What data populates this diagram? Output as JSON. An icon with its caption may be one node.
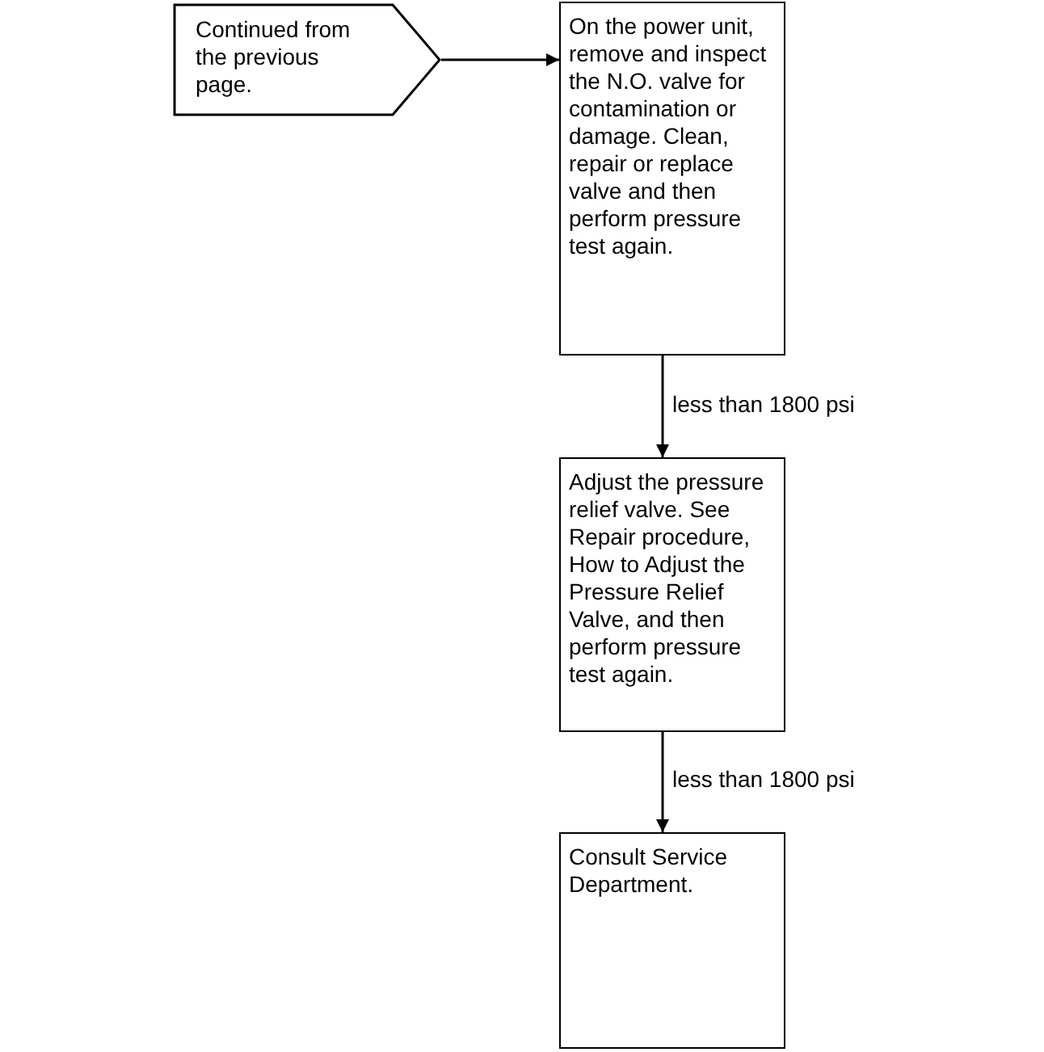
{
  "diagram": {
    "nodes": [
      {
        "text": [
          "Continued from the previous page."
        ]
      },
      {
        "text": [
          "On the power unit, remove and inspect the N.O. valve for contamination or damage. Clean, repair or replace valve and then perform pressure test again."
        ]
      },
      {
        "text": [
          "Adjust the pressure relief valve. See Repair procedure, How to Adjust the Pressure Relief Valve, and then perform pressure test again."
        ]
      },
      {
        "text": [
          "Consult Service Department."
        ]
      }
    ],
    "edges": [
      {
        "from": 0,
        "to": 1,
        "arrow": "to"
      },
      {
        "from": 1,
        "to": 2,
        "arrow": "to",
        "label": "less than 1800 psi"
      },
      {
        "from": 2,
        "to": 3,
        "arrow": "to",
        "label": "less than 1800 psi"
      }
    ]
  }
}
